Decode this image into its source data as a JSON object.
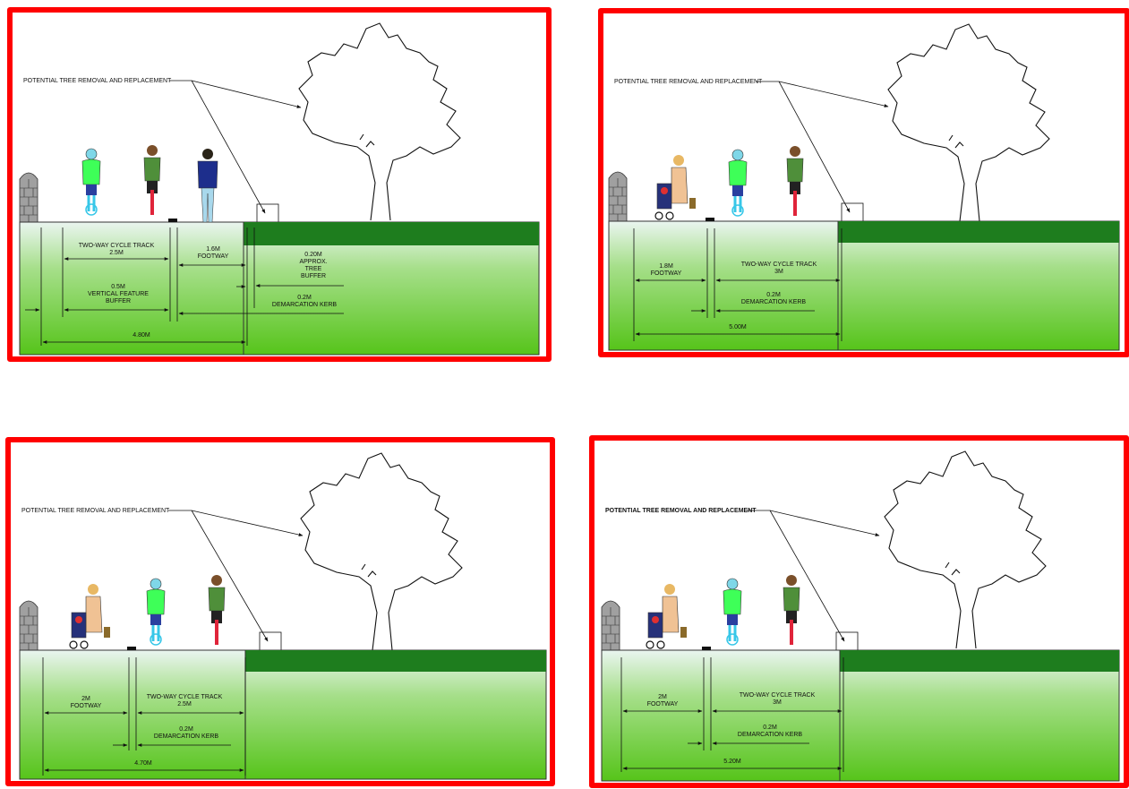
{
  "colors": {
    "frame": "#ff0000",
    "ground_top": "#e8f4ef",
    "ground_bottom": "#59c81c",
    "verge": "#1e7d1e",
    "frame_bg": "#ffffff"
  },
  "panels": [
    {
      "callout": "POTENTIAL TREE REMOVAL AND REPLACEMENT",
      "dims": {
        "cycle_track": [
          "TWO-WAY CYCLE TRACK",
          "2.5M"
        ],
        "footway": [
          "1.6M",
          "FOOTWAY"
        ],
        "vertical_buffer": [
          "0.5M",
          "VERTICAL FEATURE",
          "BUFFER"
        ],
        "tree_buffer": [
          "0.20M",
          "APPROX.",
          "TREE",
          "BUFFER"
        ],
        "kerb": [
          "0.2M",
          "DEMARCATION KERB"
        ],
        "total": "4.80M"
      },
      "figures": [
        "cyclist-green",
        "cyclist-shirt",
        "pedestrian-man"
      ]
    },
    {
      "callout": "POTENTIAL TREE REMOVAL AND REPLACEMENT",
      "dims": {
        "footway": [
          "1.8M",
          "FOOTWAY"
        ],
        "cycle_track": [
          "TWO-WAY CYCLE TRACK",
          "3M"
        ],
        "kerb": [
          "0.2M",
          "DEMARCATION KERB"
        ],
        "total": "5.00M"
      },
      "figures": [
        "pushchair-woman",
        "cyclist-green",
        "cyclist-shirt"
      ]
    },
    {
      "callout": "POTENTIAL TREE REMOVAL AND REPLACEMENT",
      "dims": {
        "footway": [
          "2M",
          "FOOTWAY"
        ],
        "cycle_track": [
          "TWO-WAY CYCLE TRACK",
          "2.5M"
        ],
        "kerb": [
          "0.2M",
          "DEMARCATION KERB"
        ],
        "total": "4.70M"
      },
      "figures": [
        "pushchair-woman",
        "cyclist-green",
        "cyclist-shirt"
      ]
    },
    {
      "callout": "POTENTIAL TREE REMOVAL AND REPLACEMENT",
      "dims": {
        "footway": [
          "2M",
          "FOOTWAY"
        ],
        "cycle_track": [
          "TWO-WAY CYCLE TRACK",
          "3M"
        ],
        "kerb": [
          "0.2M",
          "DEMARCATION KERB"
        ],
        "total": "5.20M"
      },
      "figures": [
        "pushchair-woman",
        "cyclist-green",
        "cyclist-shirt"
      ]
    }
  ]
}
